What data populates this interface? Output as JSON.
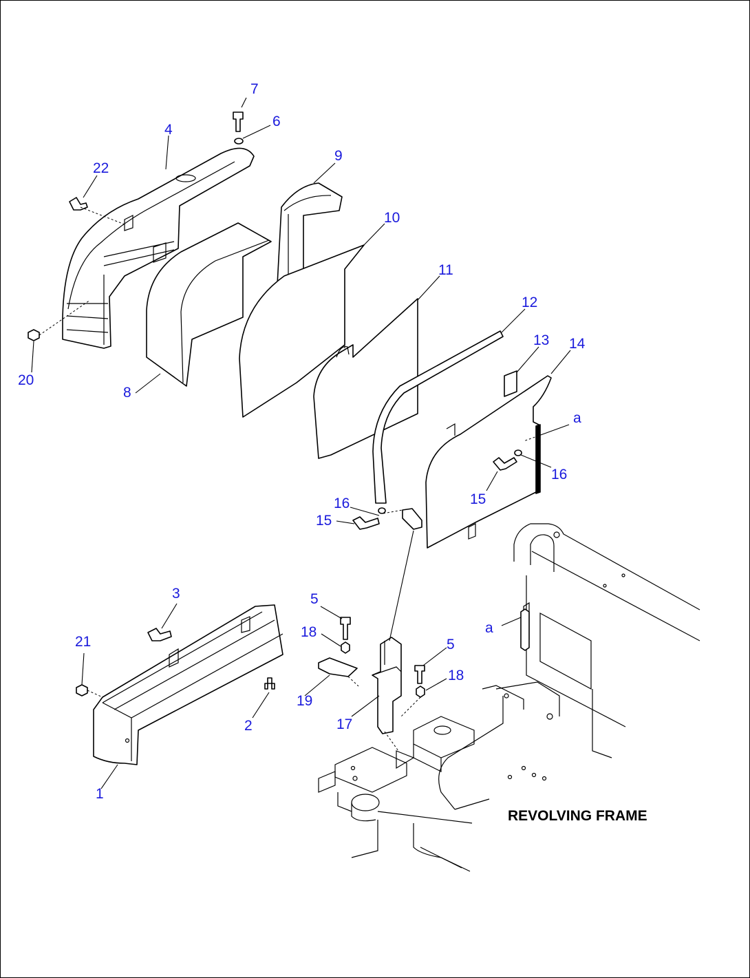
{
  "diagram": {
    "caption": "REVOLVING FRAME",
    "callout_color": "#1a1adc",
    "callouts": {
      "c1": "1",
      "c2": "2",
      "c3": "3",
      "c4": "4",
      "c5a": "5",
      "c5b": "5",
      "c6": "6",
      "c7": "7",
      "c8": "8",
      "c9": "9",
      "c10": "10",
      "c11": "11",
      "c12": "12",
      "c13": "13",
      "c14": "14",
      "c15a": "15",
      "c15b": "15",
      "c16a": "16",
      "c16b": "16",
      "c17": "17",
      "c18a": "18",
      "c18b": "18",
      "c19": "19",
      "c20": "20",
      "c21": "21",
      "c22": "22",
      "ca1": "a",
      "ca2": "a"
    }
  }
}
